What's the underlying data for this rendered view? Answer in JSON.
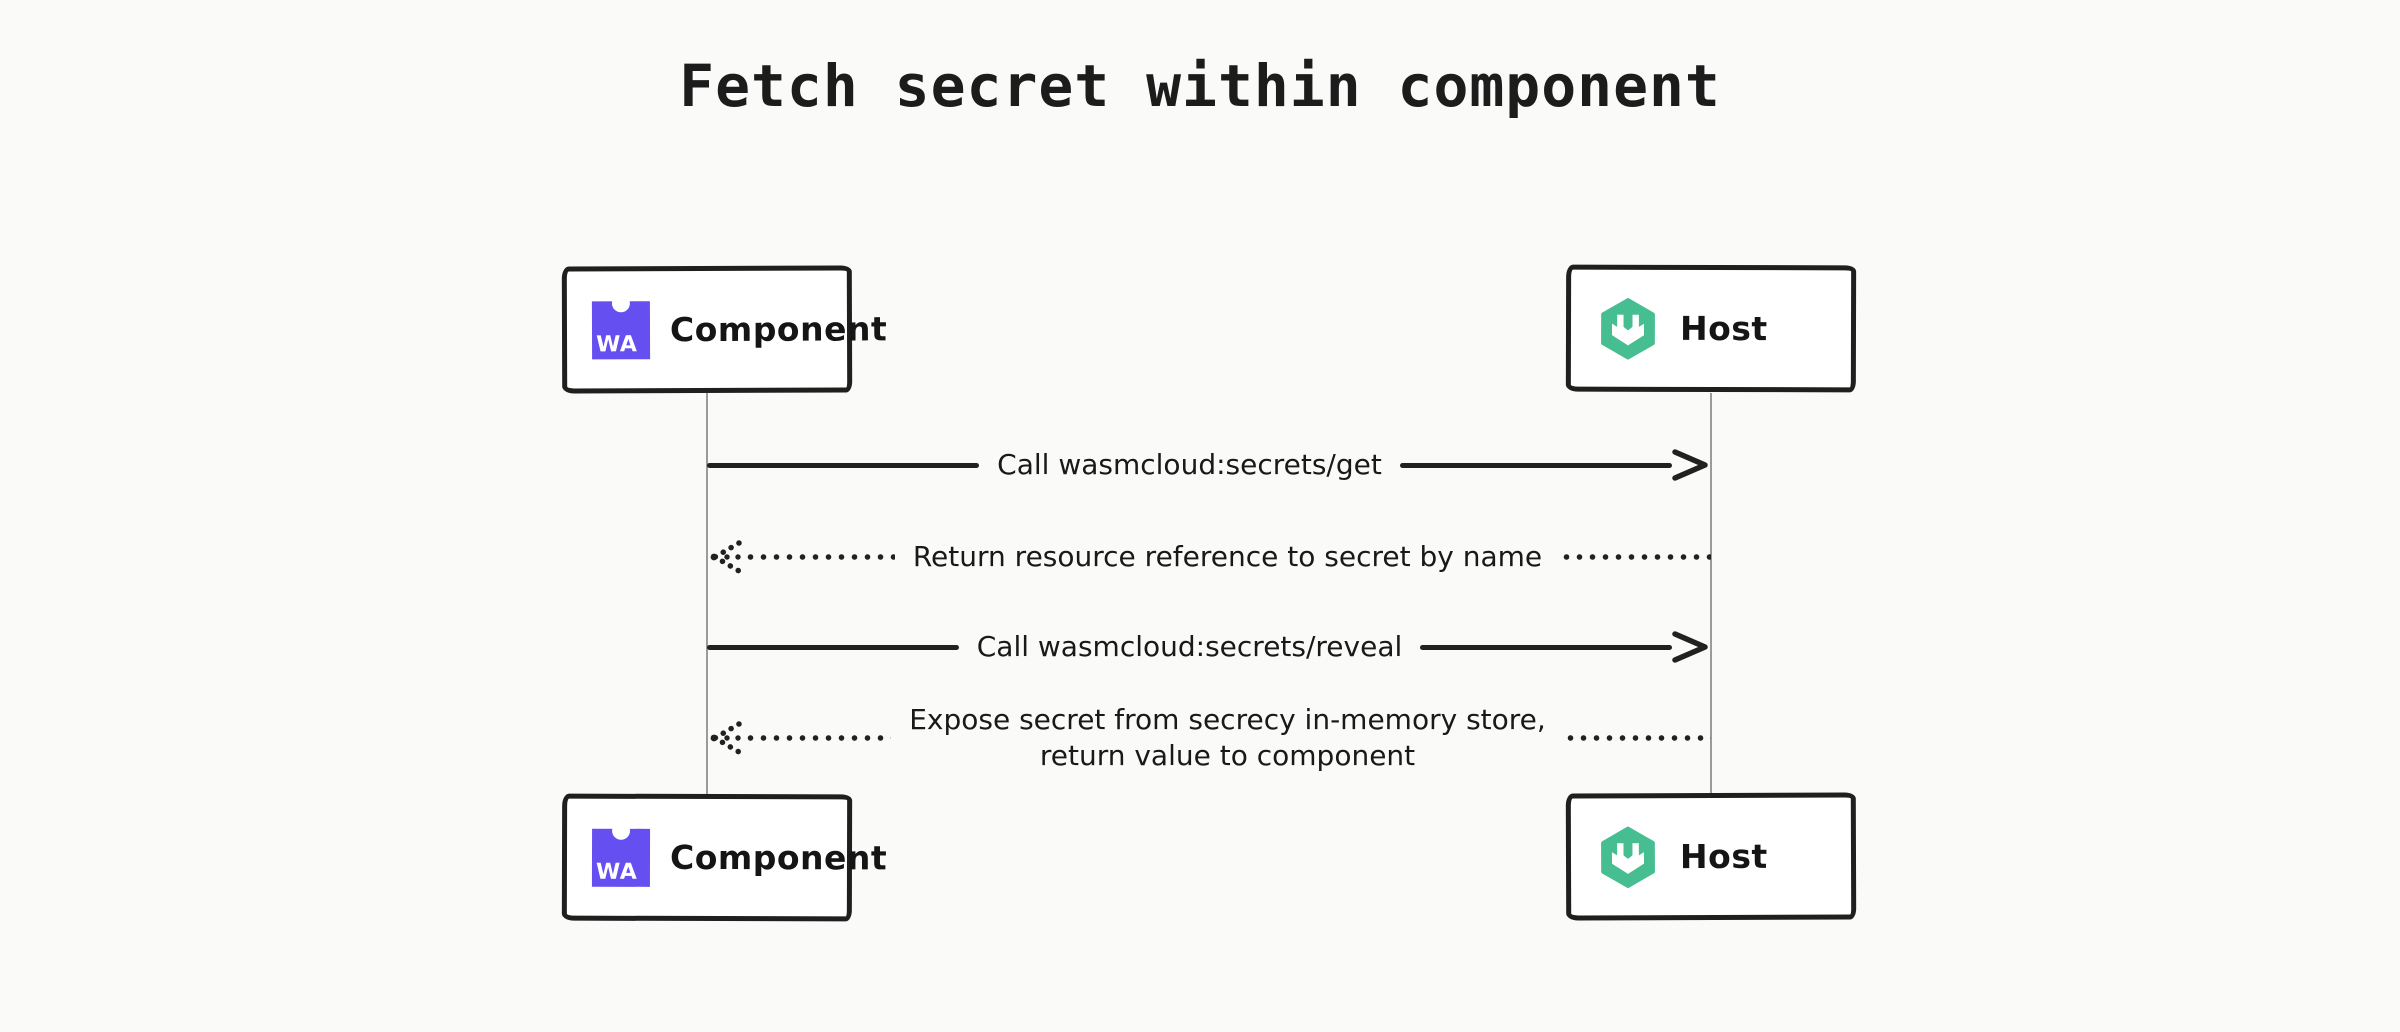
{
  "title": "Fetch secret within component",
  "actors": {
    "component": {
      "label": "Component",
      "icon": "webassembly-wa-badge",
      "icon_text": "WA",
      "icon_color": "#654FF0"
    },
    "host": {
      "label": "Host",
      "icon": "wasmcloud-hexagon",
      "icon_color": "#47BD92"
    }
  },
  "messages": [
    {
      "label": "Call wasmcloud:secrets/get",
      "from": "component",
      "to": "host",
      "line": "solid"
    },
    {
      "label": "Return resource reference to secret by name",
      "from": "host",
      "to": "component",
      "line": "dotted"
    },
    {
      "label": "Call wasmcloud:secrets/reveal",
      "from": "component",
      "to": "host",
      "line": "solid"
    },
    {
      "label": "Expose secret from secrecy in-memory store,\nreturn value to component",
      "from": "host",
      "to": "component",
      "line": "dotted"
    }
  ],
  "colors": {
    "background": "#FAFAF9",
    "box_fill": "#FFFFFF",
    "stroke": "#212121",
    "lifeline": "#9B9B9B",
    "wasm_purple": "#654FF0",
    "wasmcloud_green": "#47BD92",
    "icon_text": "#FFFFFF"
  }
}
